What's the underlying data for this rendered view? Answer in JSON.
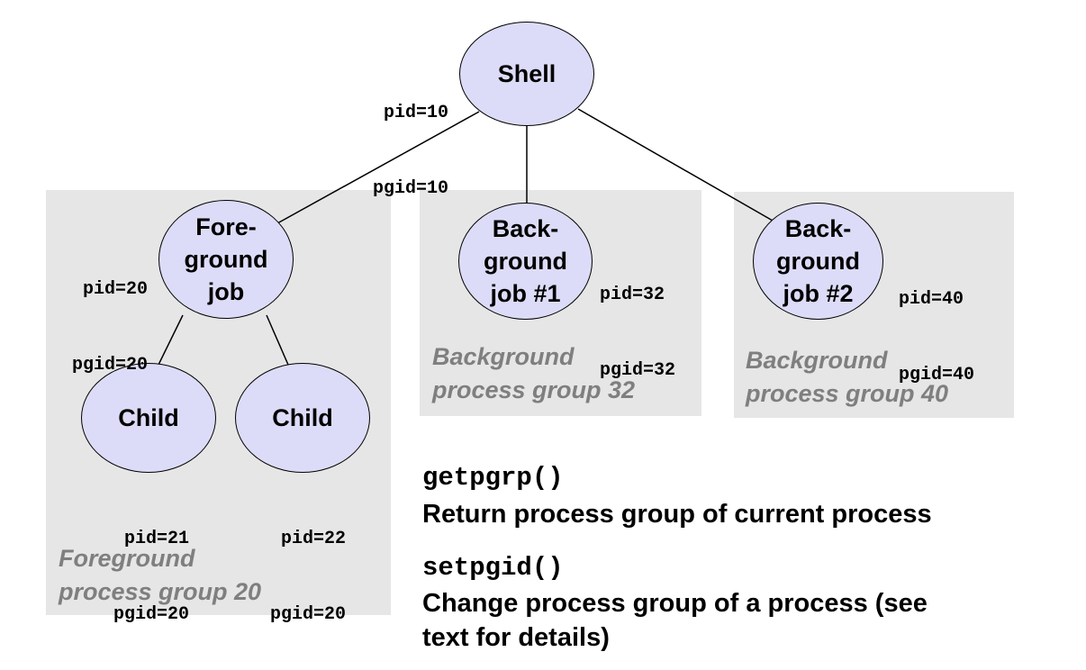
{
  "nodes": {
    "shell": {
      "label": "Shell",
      "pid": "pid=10",
      "pgid": "pgid=10"
    },
    "foreground_job": {
      "label": "Fore-\nground\njob",
      "pid": "pid=20",
      "pgid": "pgid=20"
    },
    "background_job_1": {
      "label": "Back-\nground\njob #1",
      "pid": "pid=32",
      "pgid": "pgid=32"
    },
    "background_job_2": {
      "label": "Back-\nground\njob #2",
      "pid": "pid=40",
      "pgid": "pgid=40"
    },
    "child_1": {
      "label": "Child",
      "pid": "pid=21",
      "pgid": "pgid=20"
    },
    "child_2": {
      "label": "Child",
      "pid": "pid=22",
      "pgid": "pgid=20"
    }
  },
  "groups": {
    "foreground": {
      "label": "Foreground\nprocess group 20"
    },
    "background_32": {
      "label": "Background\nprocess group 32"
    },
    "background_40": {
      "label": "Background\nprocess group 40"
    }
  },
  "functions": [
    {
      "name": "getpgrp()",
      "description": "Return process group of current process"
    },
    {
      "name": "setpgid()",
      "description": "Change process group of a process (see\ntext for details)"
    }
  ],
  "colors": {
    "node_fill": "#dcdcf8",
    "group_fill": "#e6e6e6",
    "group_label": "#7f7f7f"
  }
}
